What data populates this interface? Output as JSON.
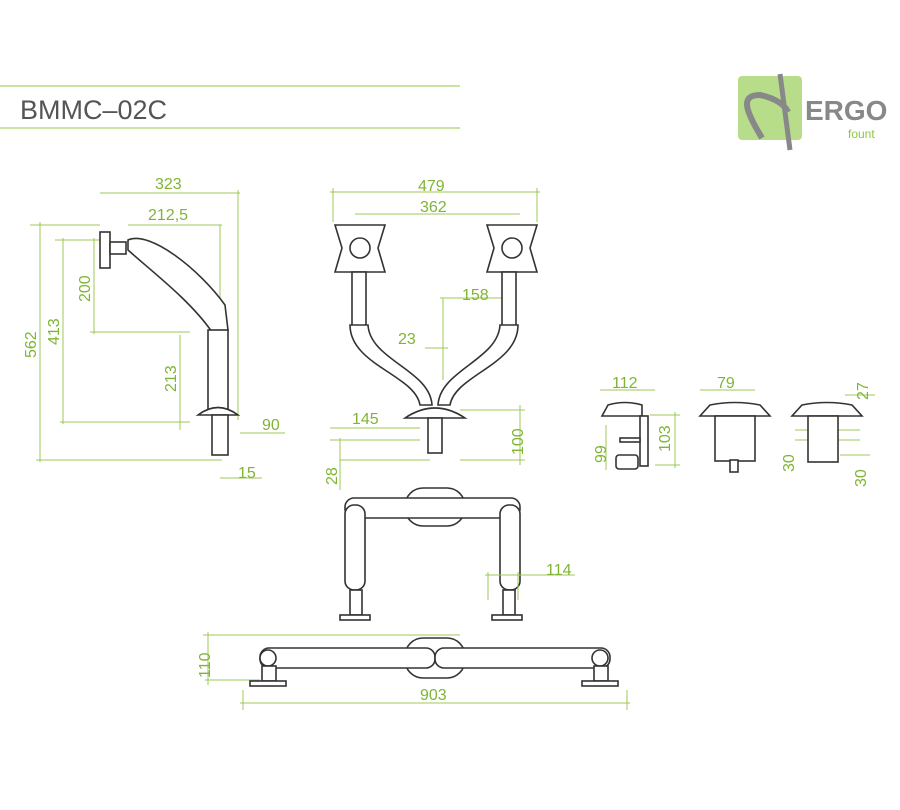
{
  "header": {
    "title": "BMMC–02C",
    "accent_color": "#8cc63f"
  },
  "logo": {
    "brand": "ERGO",
    "sub": "fount",
    "icon": "ergo-arm-logo-icon"
  },
  "side_view": {
    "width_total": "323",
    "width_arm": "212,5",
    "height_arm": "200",
    "height_mid": "413",
    "height_total": "562",
    "height_pole": "213",
    "clamp_depth": "90",
    "clamp_gap": "15"
  },
  "front_view": {
    "width_outer": "479",
    "width_vesa": "362",
    "offset_158": "158",
    "offset_23": "23",
    "base_145": "145",
    "clamp_100": "100",
    "base_28": "28"
  },
  "clamp_views": {
    "width_112": "112",
    "width_79": "79",
    "top_27": "27",
    "height_99": "99",
    "height_103": "103",
    "grommet_30a": "30",
    "grommet_30b": "30"
  },
  "top_view": {
    "offset_114": "114",
    "depth_110": "110",
    "width_903": "903"
  }
}
